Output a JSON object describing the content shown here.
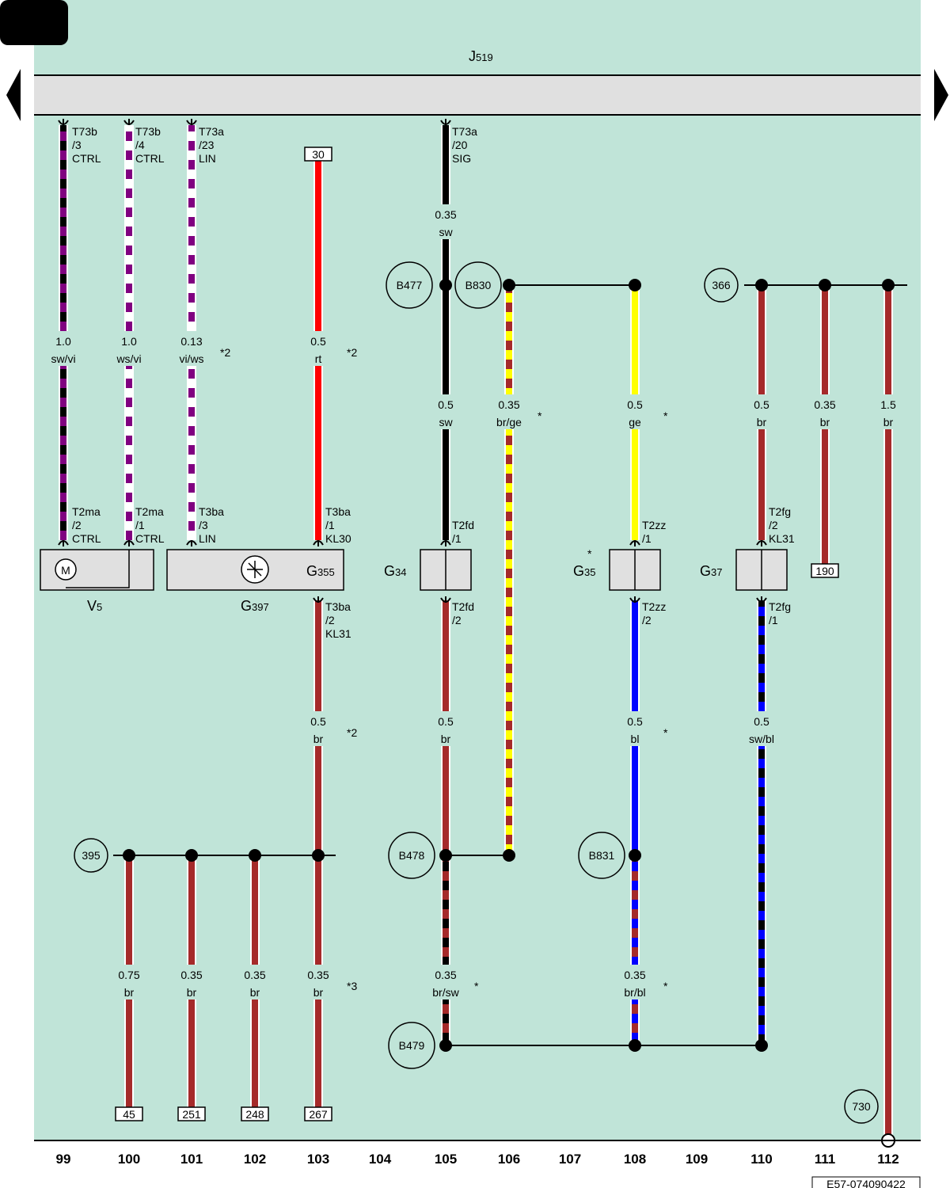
{
  "sheet": {
    "control_unit": "J519",
    "footer_code": "E57-074090422",
    "nav": {
      "prev": "previous-page",
      "next": "next-page"
    },
    "columns": [
      "99",
      "100",
      "101",
      "102",
      "103",
      "104",
      "105",
      "106",
      "107",
      "108",
      "109",
      "110",
      "111",
      "112"
    ]
  },
  "colors": {
    "background": "#c0e4d8",
    "bus_fill": "#e0e0e0",
    "sw": "#000000",
    "ws": "#ffffff",
    "vi": "#800080",
    "rt": "#ff0000",
    "br": "#a52a2a",
    "ge": "#ffff00",
    "bl": "#0000ff"
  },
  "pins": [
    {
      "id": "p99",
      "lines": [
        "T73b",
        "/3",
        "CTRL"
      ]
    },
    {
      "id": "p100",
      "lines": [
        "T73b",
        "/4",
        "CTRL"
      ]
    },
    {
      "id": "p101",
      "lines": [
        "T73a",
        "/23",
        "LIN"
      ]
    },
    {
      "id": "p105",
      "lines": [
        "T73a",
        "/20",
        "SIG"
      ]
    },
    {
      "id": "v5a",
      "lines": [
        "T2ma",
        "/2",
        "CTRL"
      ]
    },
    {
      "id": "v5b",
      "lines": [
        "T2ma",
        "/1",
        "CTRL"
      ]
    },
    {
      "id": "g397a",
      "lines": [
        "T3ba",
        "/3",
        "LIN"
      ]
    },
    {
      "id": "g397b",
      "lines": [
        "T3ba",
        "/1",
        "KL30"
      ]
    },
    {
      "id": "g397c",
      "lines": [
        "T3ba",
        "/2",
        "KL31"
      ]
    },
    {
      "id": "g34a",
      "lines": [
        "T2fd",
        "/1"
      ]
    },
    {
      "id": "g34b",
      "lines": [
        "T2fd",
        "/2"
      ]
    },
    {
      "id": "g35a",
      "lines": [
        "T2zz",
        "/1"
      ]
    },
    {
      "id": "g35b",
      "lines": [
        "T2zz",
        "/2"
      ]
    },
    {
      "id": "g37a",
      "lines": [
        "T2fg",
        "/2",
        "KL31"
      ]
    },
    {
      "id": "g37b",
      "lines": [
        "T2fg",
        "/1"
      ]
    }
  ],
  "wires": [
    {
      "id": "w99a",
      "size": "1.0",
      "color": "sw/vi",
      "note": ""
    },
    {
      "id": "w100a",
      "size": "1.0",
      "color": "ws/vi",
      "note": ""
    },
    {
      "id": "w101a",
      "size": "0.13",
      "color": "vi/ws",
      "note": "*2"
    },
    {
      "id": "w103a",
      "size": "0.5",
      "color": "rt",
      "note": "*2"
    },
    {
      "id": "w105a",
      "size": "0.35",
      "color": "sw",
      "note": ""
    },
    {
      "id": "w105b",
      "size": "0.5",
      "color": "sw",
      "note": ""
    },
    {
      "id": "w106a",
      "size": "0.35",
      "color": "br/ge",
      "note": "*"
    },
    {
      "id": "w108a",
      "size": "0.5",
      "color": "ge",
      "note": "*"
    },
    {
      "id": "w110a",
      "size": "0.5",
      "color": "br",
      "note": ""
    },
    {
      "id": "w111a",
      "size": "0.35",
      "color": "br",
      "note": ""
    },
    {
      "id": "w112a",
      "size": "1.5",
      "color": "br",
      "note": ""
    },
    {
      "id": "w103b",
      "size": "0.5",
      "color": "br",
      "note": "*2"
    },
    {
      "id": "w105c",
      "size": "0.5",
      "color": "br",
      "note": ""
    },
    {
      "id": "w108b",
      "size": "0.5",
      "color": "bl",
      "note": "*"
    },
    {
      "id": "w110b",
      "size": "0.5",
      "color": "sw/bl",
      "note": ""
    },
    {
      "id": "w100b",
      "size": "0.75",
      "color": "br",
      "note": ""
    },
    {
      "id": "w101b",
      "size": "0.35",
      "color": "br",
      "note": ""
    },
    {
      "id": "w102b",
      "size": "0.35",
      "color": "br",
      "note": ""
    },
    {
      "id": "w103c",
      "size": "0.35",
      "color": "br",
      "note": "*3"
    },
    {
      "id": "w105d",
      "size": "0.35",
      "color": "br/sw",
      "note": "*"
    },
    {
      "id": "w108c",
      "size": "0.35",
      "color": "br/bl",
      "note": "*"
    }
  ],
  "circle_refs": [
    "B477",
    "B830",
    "366",
    "395",
    "B478",
    "B831",
    "B479",
    "730"
  ],
  "box_refs": [
    "30",
    "190",
    "45",
    "251",
    "248",
    "267"
  ],
  "components": [
    {
      "id": "V5",
      "label": "V5",
      "main": "V",
      "sub": "5",
      "symbol": "M"
    },
    {
      "id": "G397",
      "label": "G397",
      "main": "G",
      "sub": "397"
    },
    {
      "id": "G355",
      "label": "G355",
      "main": "G",
      "sub": "355"
    },
    {
      "id": "G34",
      "label": "G34",
      "main": "G",
      "sub": "34",
      "note": ""
    },
    {
      "id": "G35",
      "label": "G35",
      "main": "G",
      "sub": "35",
      "note": "*"
    },
    {
      "id": "G37",
      "label": "G37",
      "main": "G",
      "sub": "37",
      "note": ""
    }
  ]
}
